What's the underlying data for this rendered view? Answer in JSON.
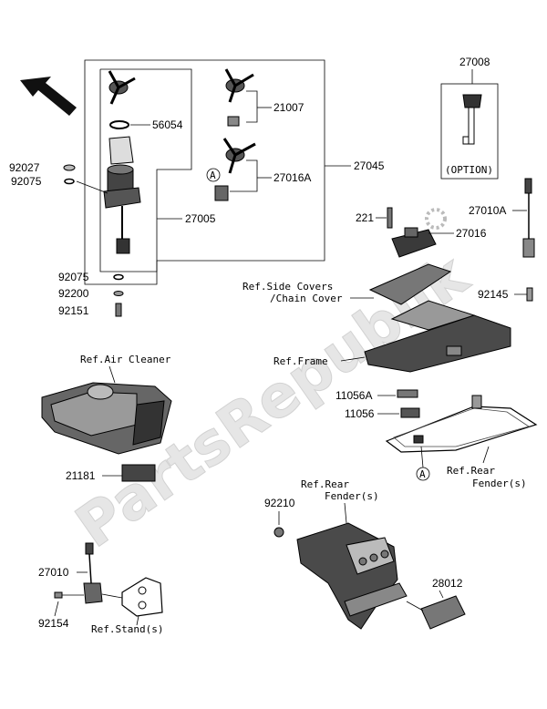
{
  "watermark": "PartsRepublik",
  "colors": {
    "line": "#000000",
    "part_dark": "#3a3a3a",
    "part_mid": "#8a8a8a",
    "part_light": "#cfcfcf",
    "watermark": "#e6e6e6"
  },
  "icons": {
    "direction_arrow": "front-arrow-icon",
    "gear": "gear-icon",
    "ref_marker": "circle-a-icon"
  },
  "part_numbers": {
    "p27008": "27008",
    "p56054": "56054",
    "p21007": "21007",
    "p27016A": "27016A",
    "p27045": "27045",
    "p27005": "27005",
    "p92027": "92027",
    "p92075a": "92075",
    "p92075b": "92075",
    "p92200": "92200",
    "p92151": "92151",
    "p221": "221",
    "p27016": "27016",
    "p27010A": "27010A",
    "p92145": "92145",
    "p11056A": "11056A",
    "p11056": "11056",
    "p21181": "21181",
    "p92210": "92210",
    "p28012": "28012",
    "p27010": "27010",
    "p92154": "92154"
  },
  "refs": {
    "side_covers_1": "Ref.Side Covers",
    "side_covers_2": "/Chain Cover",
    "frame": "Ref.Frame",
    "air_cleaner": "Ref.Air Cleaner",
    "rear_fender_a1": "Ref.Rear",
    "rear_fender_a2": "Fender(s)",
    "rear_fender_b1": "Ref.Rear",
    "rear_fender_b2": "Fender(s)",
    "stand": "Ref.Stand(s)"
  },
  "option_label": "(OPTION)",
  "ref_marker_letter": "A"
}
